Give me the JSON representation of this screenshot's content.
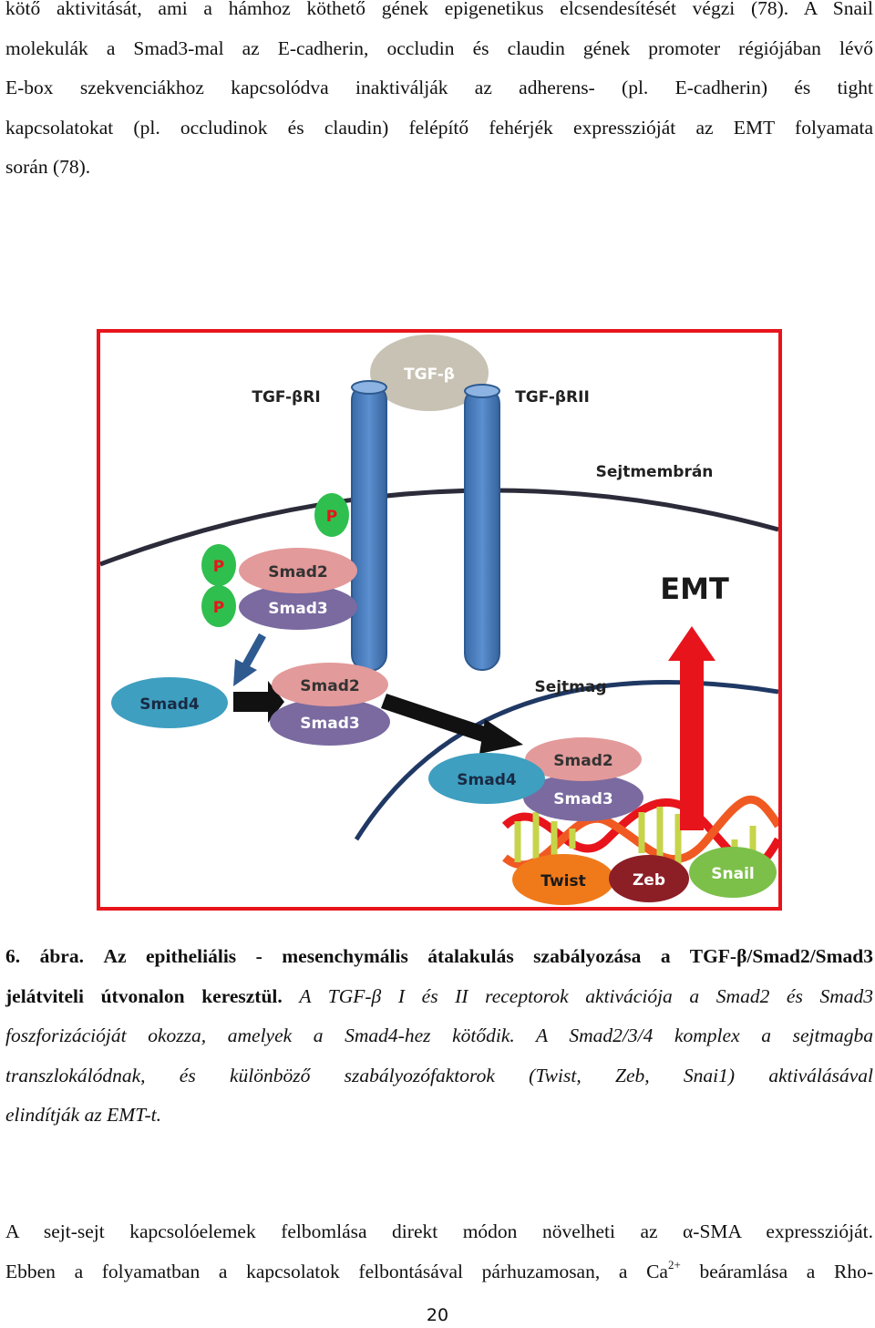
{
  "top_paragraph": {
    "lines": [
      "kötő aktivitását, ami a hámhoz köthető gének epigenetikus elcsendesítését végzi (78). A Snail",
      "molekulák a Smad3-mal az E-cadherin, occludin és claudin gének promoter régiójában lévő",
      "E-box szekvenciákhoz kapcsolódva inaktiválják az adherens- (pl. E-cadherin) és tight",
      "kapcsolatokat (pl. occludinok és claudin) felépítő fehérjék expresszióját az EMT folyamata",
      "során (78)."
    ]
  },
  "figure": {
    "border_color": "#e8141c",
    "labels": {
      "tgf_beta": "TGF-β",
      "tgf_beta_r1": "TGF-βRI",
      "tgf_beta_r2": "TGF-βRII",
      "membrane": "Sejtmembrán",
      "emt": "EMT",
      "nucleus": "Sejtmag",
      "p": "P",
      "smad2": "Smad2",
      "smad3": "Smad3",
      "smad4": "Smad4",
      "twist": "Twist",
      "zeb": "Zeb",
      "snail": "Snail"
    },
    "colors": {
      "tgf_beta": "#c8c2b4",
      "receptor": "#4f81bd",
      "phospho": "#2fbf4f",
      "smad2": "#e39a9a",
      "smad3": "#7a6aa0",
      "smad4": "#3e9fc0",
      "twist": "#f07a1a",
      "zeb": "#8c1e26",
      "snail": "#7cc04a",
      "emt_arrow": "#e8141c",
      "nucleus": "#1f3864"
    }
  },
  "caption": {
    "number": "6. ábra.",
    "title_line1": "Az epitheliális - mesenchymális átalakulás szabályozása a TGF-β/Smad2/Smad3",
    "title_line2": "jelátviteli útvonalon keresztül.",
    "italic_line2": "A TGF-β I és II receptorok aktivációja a Smad2 és Smad3",
    "italic_line3": "foszforizációját okozza, amelyek a Smad4-hez kötődik. A Smad2/3/4 komplex a sejtmagba",
    "italic_line4": "transzlokálódnak, és különböző szabályozófaktorok (Twist, Zeb, Snai1) aktiválásával",
    "italic_line5": "elindítják az EMT-t."
  },
  "bottom_paragraph": {
    "line1": "A sejt-sejt kapcsolóelemek felbomlása direkt módon növelheti az α-SMA expresszióját.",
    "line2_before": "Ebben a folyamatban a kapcsolatok felbontásával párhuzamosan, a Ca",
    "line2_sup": "2+",
    "line2_after": " beáramlása a Rho-"
  },
  "page_number": "20"
}
